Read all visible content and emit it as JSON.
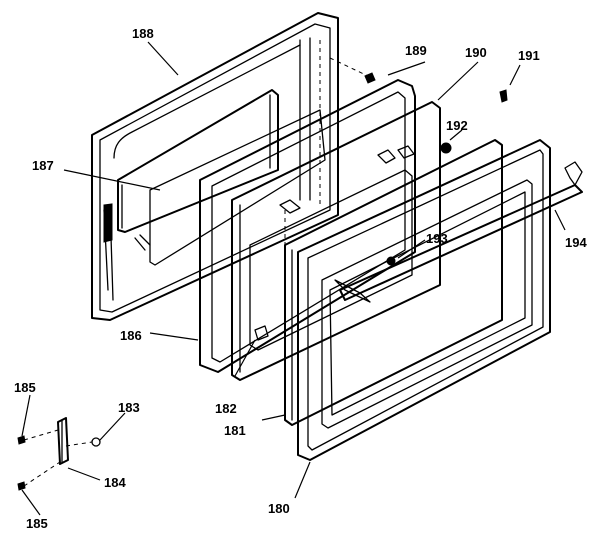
{
  "labels": {
    "p180": "180",
    "p181": "181",
    "p182": "182",
    "p183": "183",
    "p184": "184",
    "p185a": "185",
    "p185b": "185",
    "p186": "186",
    "p187": "187",
    "p188": "188",
    "p189": "189",
    "p190": "190",
    "p191": "191",
    "p192": "192",
    "p193": "193",
    "p194": "194"
  }
}
